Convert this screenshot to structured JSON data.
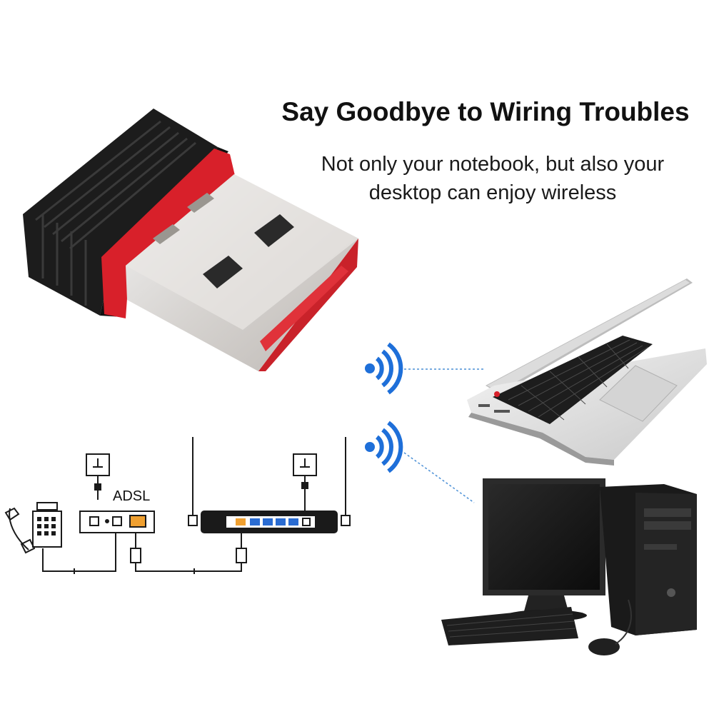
{
  "headline": "Say Goodbye to Wiring Troubles",
  "subline": {
    "line1": "Not only your notebook, but also your",
    "line2": "desktop can enjoy wireless"
  },
  "diagram": {
    "adsl_label": "ADSL"
  },
  "colors": {
    "accent_signal": "#1e6fd9",
    "adapter_red": "#d8202a",
    "adapter_black": "#1c1c1c",
    "text": "#111111"
  },
  "icons": [
    "usb-wifi-adapter",
    "wifi-signal-icon",
    "laptop",
    "desktop-computer",
    "telephone",
    "wall-socket-icon",
    "adsl-modem",
    "wireless-router"
  ]
}
